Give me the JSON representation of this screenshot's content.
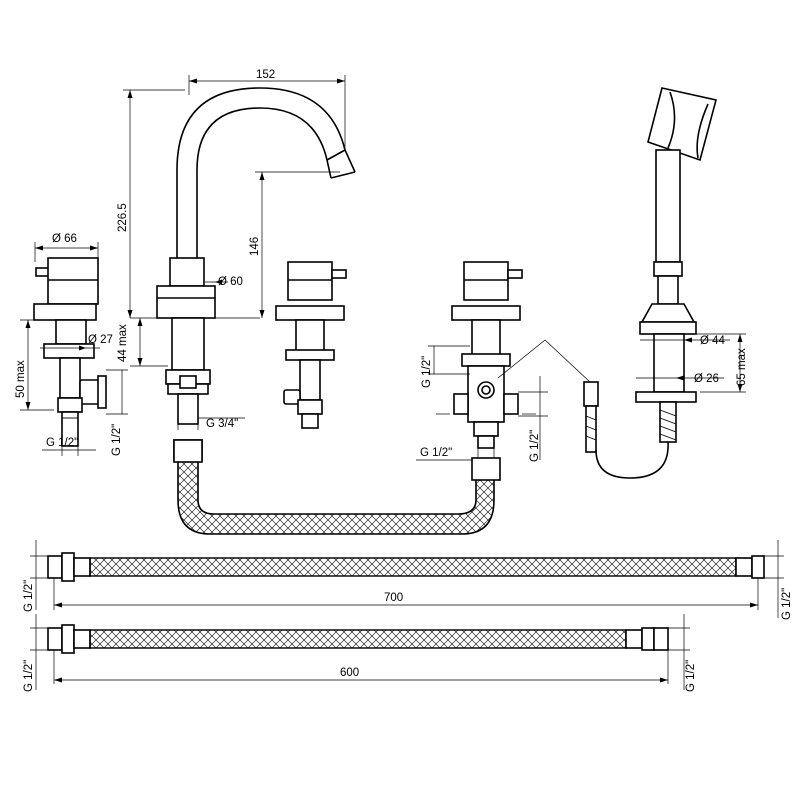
{
  "labels": {
    "spout_reach": "152",
    "total_height": "226.5",
    "spout_height": "146",
    "spout_base_dia": "Ø 60",
    "spout_inlet": "G  3/4\"",
    "deck_thickness_spout": "44 max",
    "handle_dia": "Ø 66",
    "handle_shank_dia": "Ø 27",
    "handle_deck_max": "50 max",
    "handle_outlet_thread": "G 1/2\"",
    "handle_inlet_thread": "G 1/2\"",
    "diverter_top_thread": "G 1/2\"",
    "diverter_bottom_thread": "G  1/2\"",
    "diverter_side_thread": "G 1/2\"",
    "shower_base_dia": "Ø 44",
    "shower_shank_dia": "Ø 26",
    "shower_deck_max": "65 max",
    "hose_long_length": "700",
    "hose_long_left_thread": "G 1/2\"",
    "hose_long_right_thread": "G 1/2\"",
    "hose_short_length": "600",
    "hose_short_left_thread": "G 1/2\"",
    "hose_short_right_thread": "G 1/2\""
  }
}
